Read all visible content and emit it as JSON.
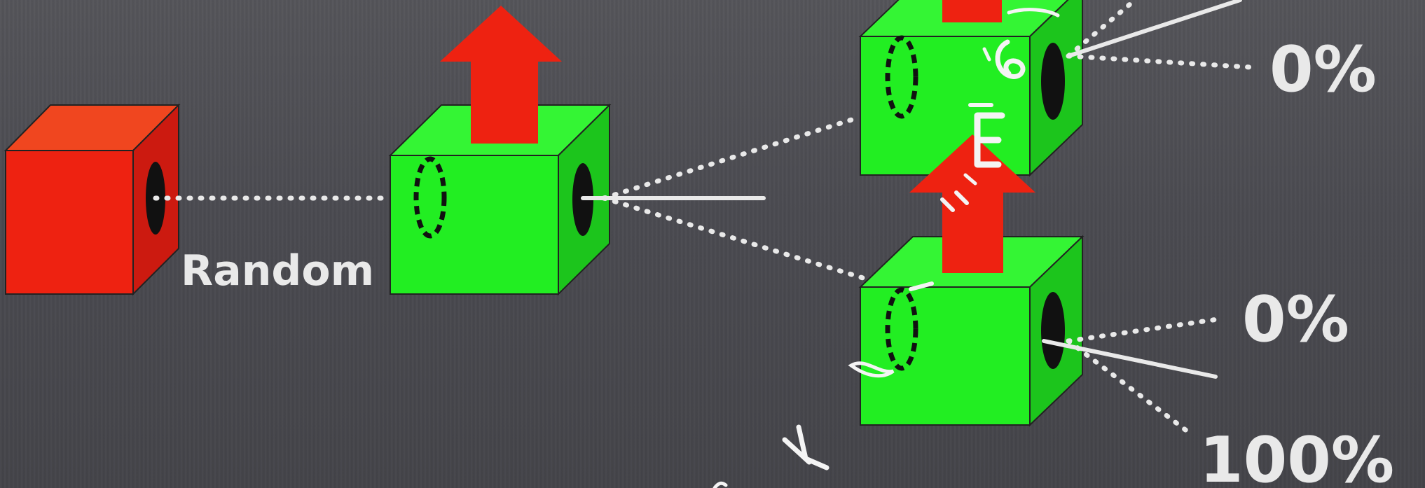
{
  "labels": {
    "random": "Random",
    "upper_pct": "0%",
    "lower_pct_top": "0%",
    "lower_pct_bottom": "100%"
  },
  "colors": {
    "board": "#4a4a50",
    "red_box": "#ee2211",
    "green_box": "#22ee22",
    "arrow": "#ee2211",
    "chalk": "#e9e9e9"
  },
  "icons": {
    "arrow": "up-arrow-icon",
    "aperture": "hole-icon"
  }
}
